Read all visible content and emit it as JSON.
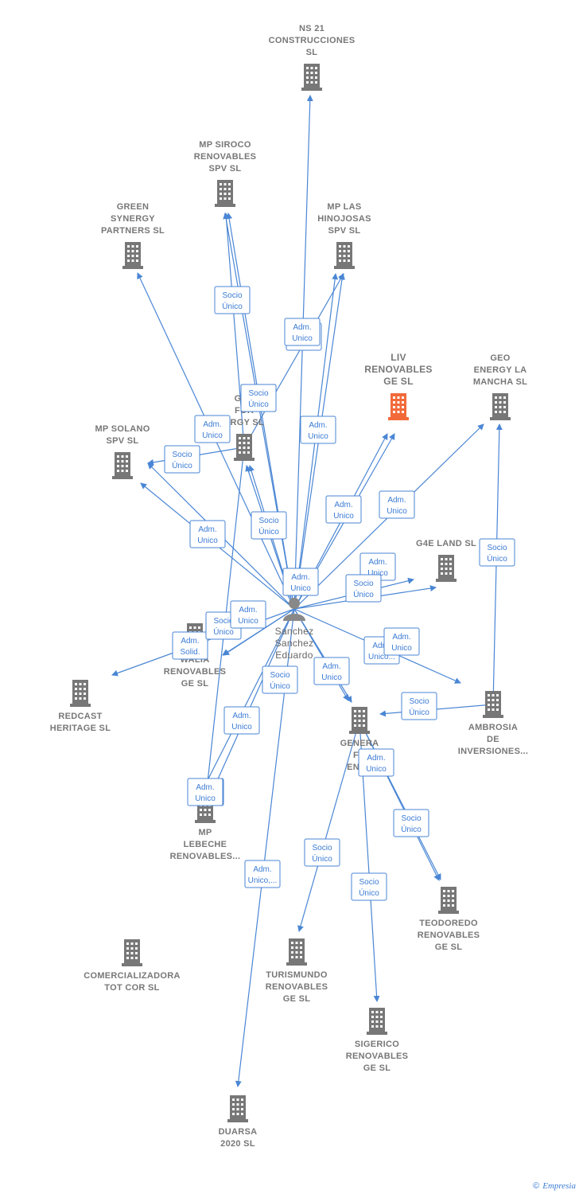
{
  "colors": {
    "edge": "#4a86d4",
    "company": "#777777",
    "focus": "#f26a3a",
    "label": "#777777",
    "person": "#888888"
  },
  "nodes": [
    {
      "id": "ns21",
      "type": "company",
      "lines": [
        "NS 21",
        "CONSTRUCCIONES",
        "SL"
      ]
    },
    {
      "id": "siroco",
      "type": "company",
      "lines": [
        "MP SIROCO",
        "RENOVABLES",
        "SPV  SL"
      ]
    },
    {
      "id": "green",
      "type": "company",
      "lines": [
        "GREEN",
        "SYNERGY",
        "PARTNERS  SL"
      ]
    },
    {
      "id": "hinojosas",
      "type": "company",
      "lines": [
        "MP LAS",
        "HINOJOSAS",
        "SPV  SL"
      ]
    },
    {
      "id": "liv",
      "type": "focus",
      "lines": [
        "LIV",
        "RENOVABLES",
        "GE  SL"
      ]
    },
    {
      "id": "geo",
      "type": "company",
      "lines": [
        "GEO",
        "ENERGY LA",
        "MANCHA  SL"
      ]
    },
    {
      "id": "genfor1",
      "type": "company",
      "lines": [
        "GEN",
        "FOR",
        "ERGY  SL"
      ]
    },
    {
      "id": "solano",
      "type": "company",
      "lines": [
        "MP SOLANO",
        "SPV  SL"
      ]
    },
    {
      "id": "g4e",
      "type": "company",
      "lines": [
        "G4E LAND  SL"
      ]
    },
    {
      "id": "person",
      "type": "person",
      "lines": [
        "Sanchez",
        "Sanchez",
        "Eduardo"
      ]
    },
    {
      "id": "walia",
      "type": "company",
      "lines": [
        "WALIA",
        "RENOVABLES",
        "GE  SL"
      ]
    },
    {
      "id": "redcast",
      "type": "company",
      "lines": [
        "REDCAST",
        "HERITAGE  SL"
      ]
    },
    {
      "id": "ambrosia",
      "type": "company",
      "lines": [
        "AMBROSIA",
        "DE",
        "INVERSIONES..."
      ]
    },
    {
      "id": "genfor2",
      "type": "company",
      "lines": [
        "GENERA",
        "FO",
        "ENER"
      ]
    },
    {
      "id": "lebeche",
      "type": "company",
      "lines": [
        "MP",
        "LEBECHE",
        "RENOVABLES..."
      ]
    },
    {
      "id": "teodoredo",
      "type": "company",
      "lines": [
        "TEODOREDO",
        "RENOVABLES",
        "GE  SL"
      ]
    },
    {
      "id": "comercializadora",
      "type": "company",
      "lines": [
        "COMERCIALIZADORA",
        "TOT COR  SL"
      ]
    },
    {
      "id": "turismundo",
      "type": "company",
      "lines": [
        "TURISMUNDO",
        "RENOVABLES",
        "GE  SL"
      ]
    },
    {
      "id": "sigerico",
      "type": "company",
      "lines": [
        "SIGERICO",
        "RENOVABLES",
        "GE  SL"
      ]
    },
    {
      "id": "duarsa",
      "type": "company",
      "lines": [
        "DUARSA",
        "2020  SL"
      ]
    }
  ],
  "edge_labels": [
    [
      "Socio",
      "Único"
    ],
    [
      "Socio",
      "Único"
    ],
    [
      "Socio",
      "Único"
    ],
    [
      "Adm.",
      "Unico"
    ],
    [
      "Adm.",
      "Unico"
    ],
    [
      "Adm.",
      "Unico"
    ],
    [
      "Socio",
      "Único"
    ],
    [
      "Adm.",
      "Unico"
    ],
    [
      "Adm.",
      "Unico"
    ],
    [
      "Adm.",
      "Unico"
    ],
    [
      "Adm.",
      "Unico"
    ],
    [
      "Socio",
      "Único"
    ],
    [
      "Socio",
      "Único"
    ],
    [
      "Adm.",
      "Unico"
    ],
    [
      "Socio",
      "Único"
    ],
    [
      "Adm.",
      "Unico"
    ],
    [
      "Socio",
      "Único"
    ],
    [
      "Adm.",
      "Solid."
    ],
    [
      "Socio",
      "Único"
    ],
    [
      "Adm.",
      "Unico..."
    ],
    [
      "Socio",
      "Único"
    ],
    [
      "Adm.",
      "Unico"
    ],
    [
      "Adm.",
      "Unico"
    ],
    [
      "Socio",
      "Único"
    ],
    [
      "Adm.",
      "Unico"
    ],
    [
      "Socio",
      "Único"
    ],
    [
      "Adm.",
      "Unico"
    ],
    [
      "Adm.",
      "Unico"
    ],
    [
      "Adm.",
      "Unico"
    ],
    [
      "Socio",
      "Único"
    ],
    [
      "Adm.",
      "Unico,..."
    ],
    [
      "Socio",
      "Único"
    ],
    [
      "Adm.",
      "Unico"
    ],
    [
      "Socio",
      "Único"
    ]
  ],
  "footer": {
    "copyright": "©",
    "brand": "Empresia"
  }
}
